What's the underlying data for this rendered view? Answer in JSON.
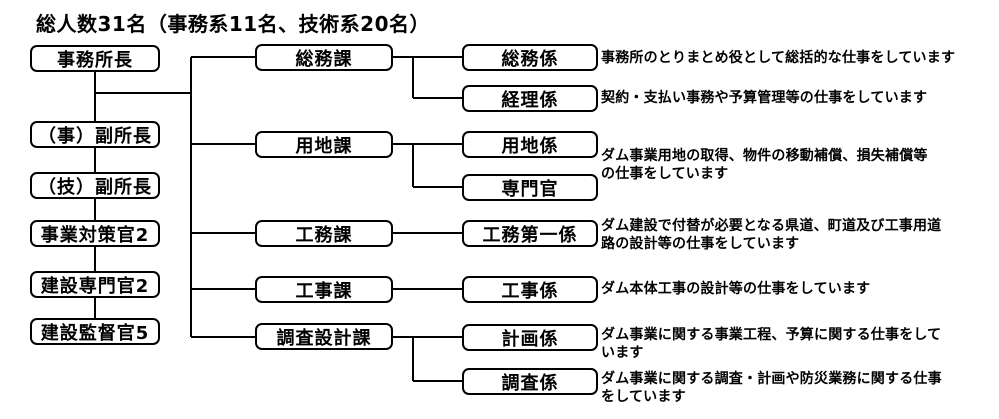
{
  "title": "総人数31名（事務系11名、技術系20名）",
  "colors": {
    "line": "#000000",
    "box_border": "#000000",
    "box_fill": "#ffffff",
    "text": "#000000"
  },
  "org": {
    "staff": [
      {
        "label": "事務所長"
      },
      {
        "label": "（事）副所長"
      },
      {
        "label": "（技）副所長"
      },
      {
        "label": "事業対策官2"
      },
      {
        "label": "建設専門官2"
      },
      {
        "label": "建設監督官5"
      }
    ],
    "divisions": [
      {
        "label": "総務課"
      },
      {
        "label": "用地課"
      },
      {
        "label": "工務課"
      },
      {
        "label": "工事課"
      },
      {
        "label": "調査設計課"
      }
    ],
    "sections": [
      {
        "label": "総務係"
      },
      {
        "label": "経理係"
      },
      {
        "label": "用地係"
      },
      {
        "label": "専門官"
      },
      {
        "label": "工務第一係"
      },
      {
        "label": "工事係"
      },
      {
        "label": "計画係"
      },
      {
        "label": "調査係"
      }
    ],
    "descriptions": [
      {
        "for": "総務係",
        "lines": [
          "事務所のとりまとめ役として総括的な仕事をしています"
        ]
      },
      {
        "for": "経理係",
        "lines": [
          "契約・支払い事務や予算管理等の仕事をしています"
        ]
      },
      {
        "for": "用地係・専門官",
        "lines": [
          "ダム事業用地の取得、物件の移動補償、損失補償等",
          "の仕事をしています"
        ]
      },
      {
        "for": "工務第一係",
        "lines": [
          "ダム建設で付替が必要となる県道、町道及び工事用道",
          "路の設計等の仕事をしています"
        ]
      },
      {
        "for": "工事係",
        "lines": [
          "ダム本体工事の設計等の仕事をしています"
        ]
      },
      {
        "for": "計画係",
        "lines": [
          "ダム事業に関する事業工程、予算に関する仕事をして",
          "います"
        ]
      },
      {
        "for": "調査係",
        "lines": [
          "ダム事業に関する調査・計画や防災業務に関する仕事",
          "をしています"
        ]
      }
    ]
  }
}
